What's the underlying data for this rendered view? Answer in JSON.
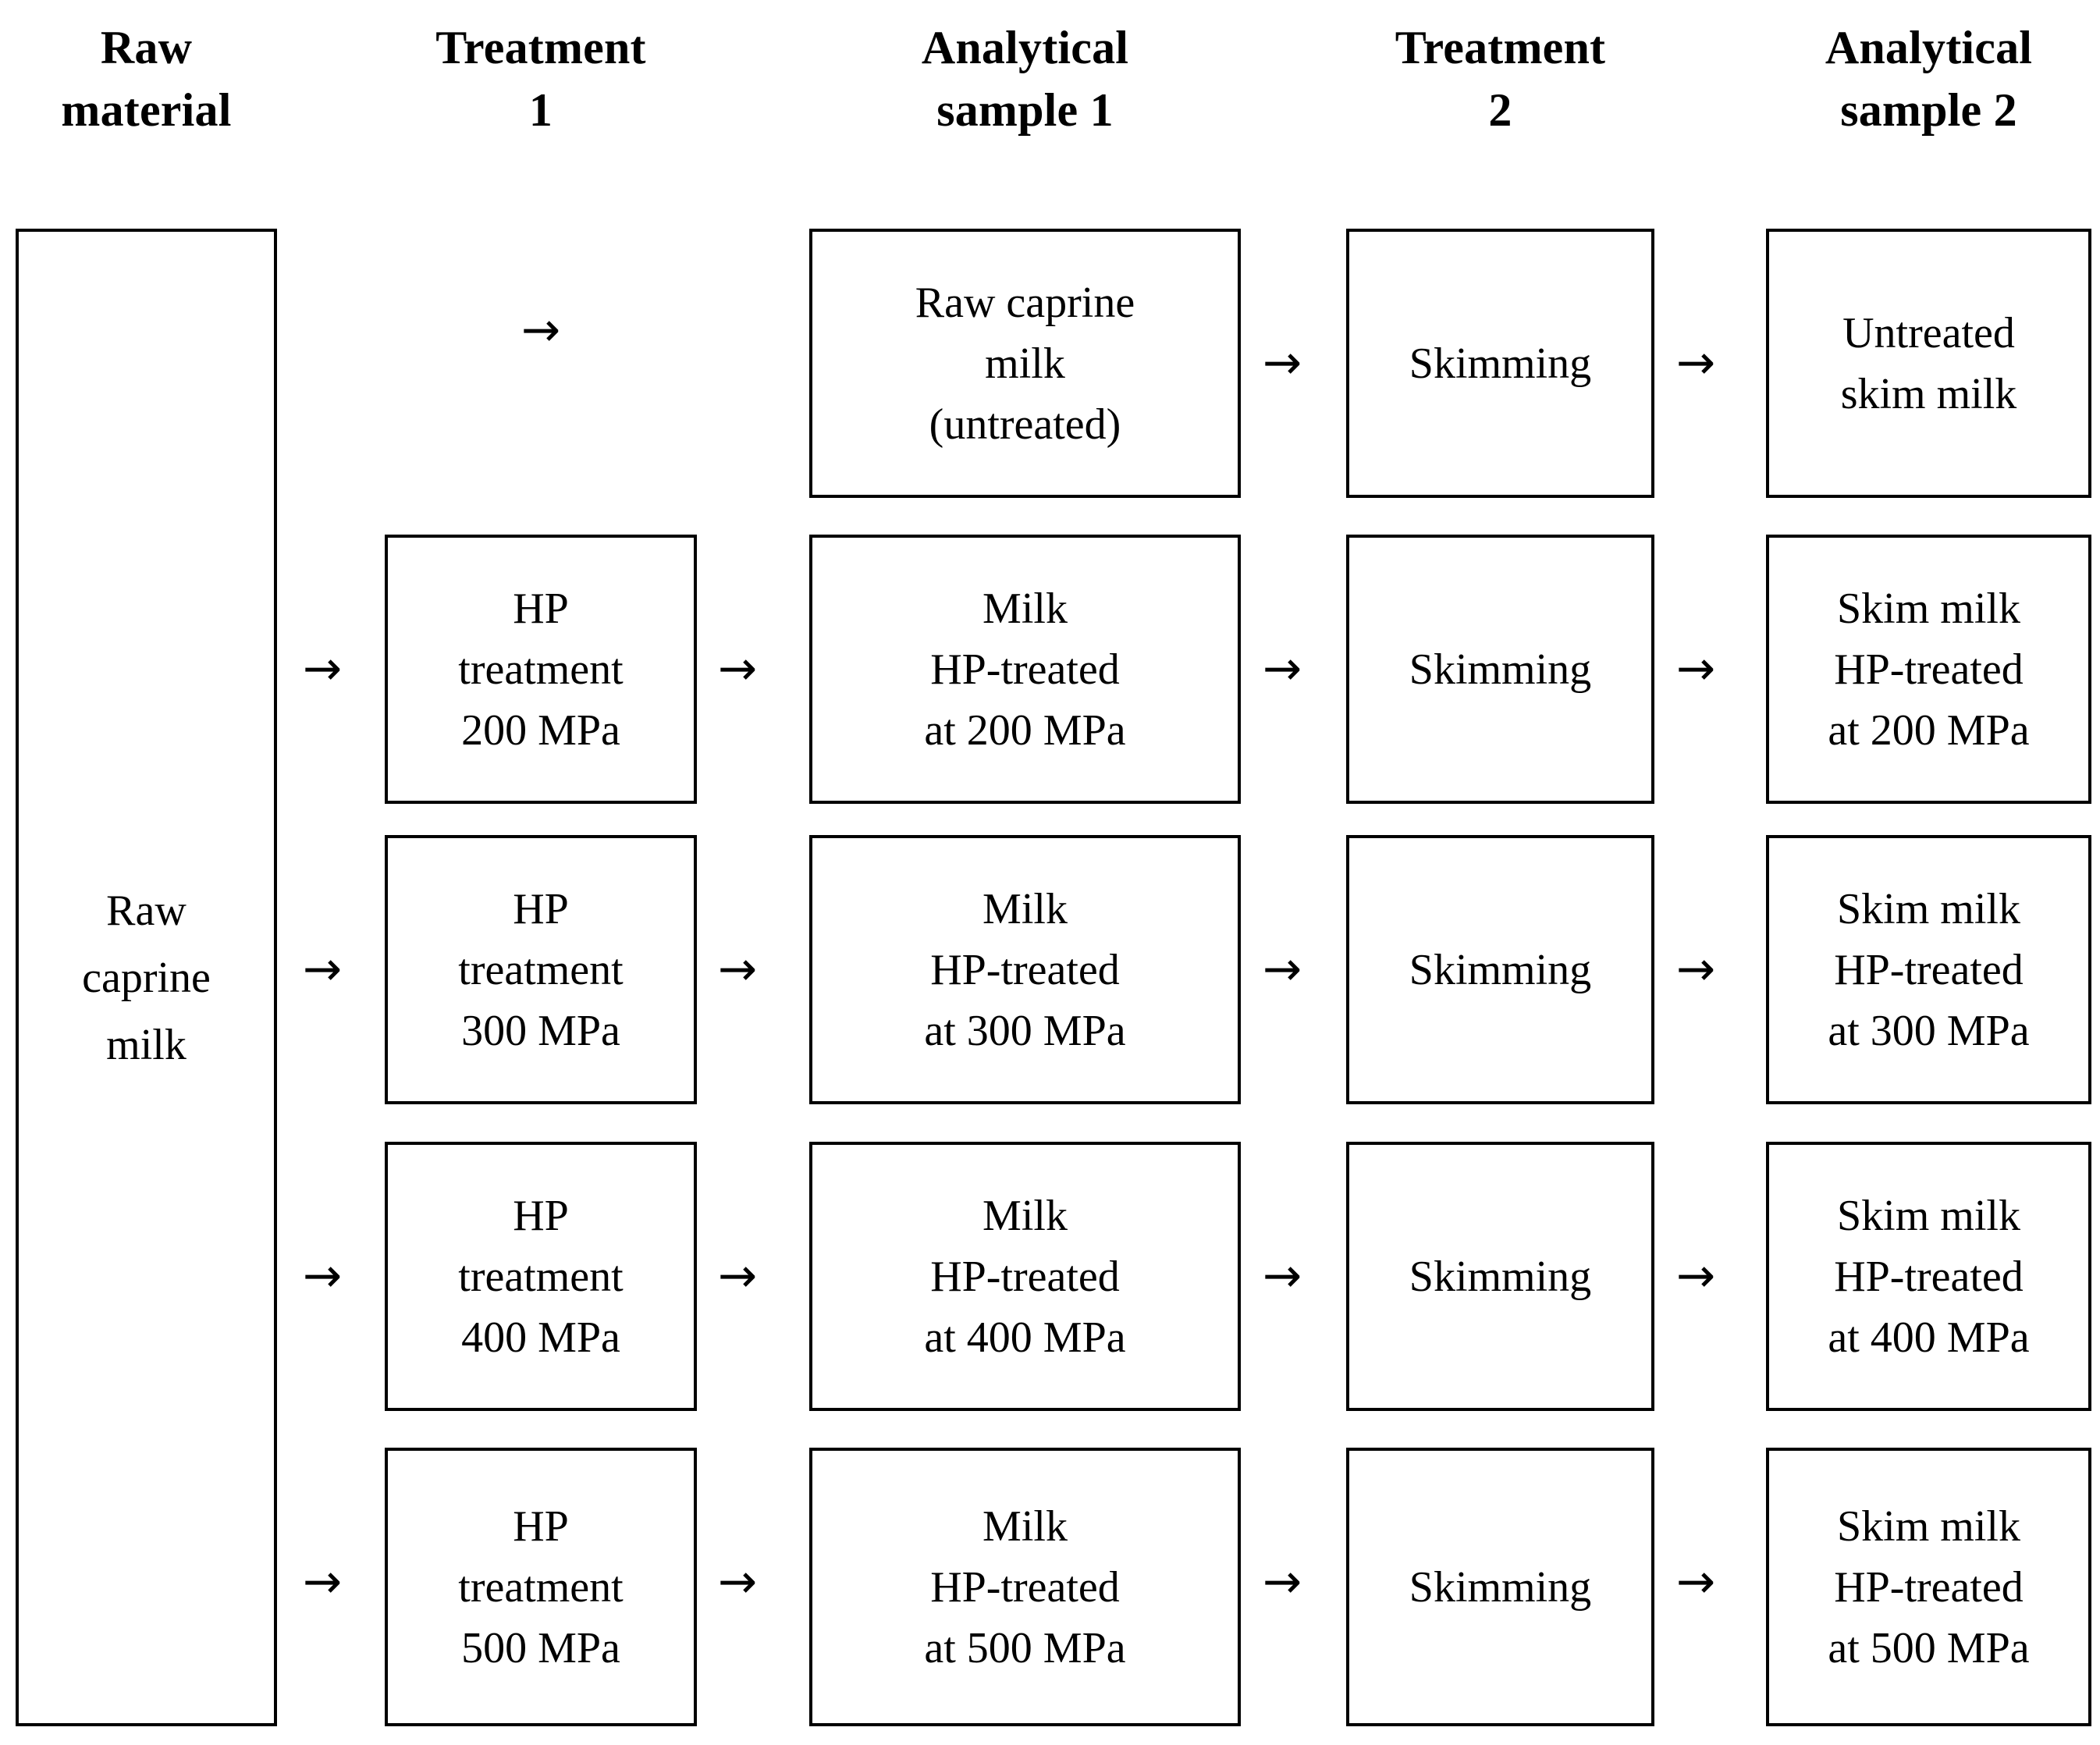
{
  "figure": {
    "type": "process-flow-diagram",
    "columns": [
      {
        "id": "raw-material",
        "header": "Raw\nmaterial"
      },
      {
        "id": "treatment-1",
        "header": "Treatment\n1"
      },
      {
        "id": "analytical-sample-1",
        "header": "Analytical\nsample 1"
      },
      {
        "id": "treatment-2",
        "header": "Treatment\n2"
      },
      {
        "id": "analytical-sample-2",
        "header": "Analytical\nsample 2"
      }
    ],
    "arrow_glyph": "→",
    "raw_material_box": {
      "lines": [
        "Raw",
        "caprine",
        "milk"
      ]
    },
    "rows": [
      {
        "id": "untreated",
        "treatment_1": {
          "box": false,
          "arrow_only": true
        },
        "analytical_sample_1": {
          "lines": [
            "Raw caprine",
            "milk",
            "(untreated)"
          ]
        },
        "treatment_2": {
          "lines": [
            "Skimming"
          ]
        },
        "analytical_sample_2": {
          "lines": [
            "Untreated",
            "skim milk"
          ]
        }
      },
      {
        "id": "hp-200",
        "treatment_1": {
          "lines": [
            "HP",
            "treatment",
            "200 MPa"
          ]
        },
        "analytical_sample_1": {
          "lines": [
            "Milk",
            "HP-treated",
            "at 200 MPa"
          ]
        },
        "treatment_2": {
          "lines": [
            "Skimming"
          ]
        },
        "analytical_sample_2": {
          "lines": [
            "Skim milk",
            "HP-treated",
            "at 200 MPa"
          ]
        }
      },
      {
        "id": "hp-300",
        "treatment_1": {
          "lines": [
            "HP",
            "treatment",
            "300 MPa"
          ]
        },
        "analytical_sample_1": {
          "lines": [
            "Milk",
            "HP-treated",
            "at 300 MPa"
          ]
        },
        "treatment_2": {
          "lines": [
            "Skimming"
          ]
        },
        "analytical_sample_2": {
          "lines": [
            "Skim milk",
            "HP-treated",
            "at 300 MPa"
          ]
        }
      },
      {
        "id": "hp-400",
        "treatment_1": {
          "lines": [
            "HP",
            "treatment",
            "400 MPa"
          ]
        },
        "analytical_sample_1": {
          "lines": [
            "Milk",
            "HP-treated",
            "at 400 MPa"
          ]
        },
        "treatment_2": {
          "lines": [
            "Skimming"
          ]
        },
        "analytical_sample_2": {
          "lines": [
            "Skim milk",
            "HP-treated",
            "at 400 MPa"
          ]
        }
      },
      {
        "id": "hp-500",
        "treatment_1": {
          "lines": [
            "HP",
            "treatment",
            "500 MPa"
          ]
        },
        "analytical_sample_1": {
          "lines": [
            "Milk",
            "HP-treated",
            "at 500 MPa"
          ]
        },
        "treatment_2": {
          "lines": [
            "Skimming"
          ]
        },
        "analytical_sample_2": {
          "lines": [
            "Skim milk",
            "HP-treated",
            "at 500 MPa"
          ]
        }
      }
    ],
    "colors": {
      "background": "#ffffff",
      "border": "#000000",
      "text": "#000000"
    }
  }
}
